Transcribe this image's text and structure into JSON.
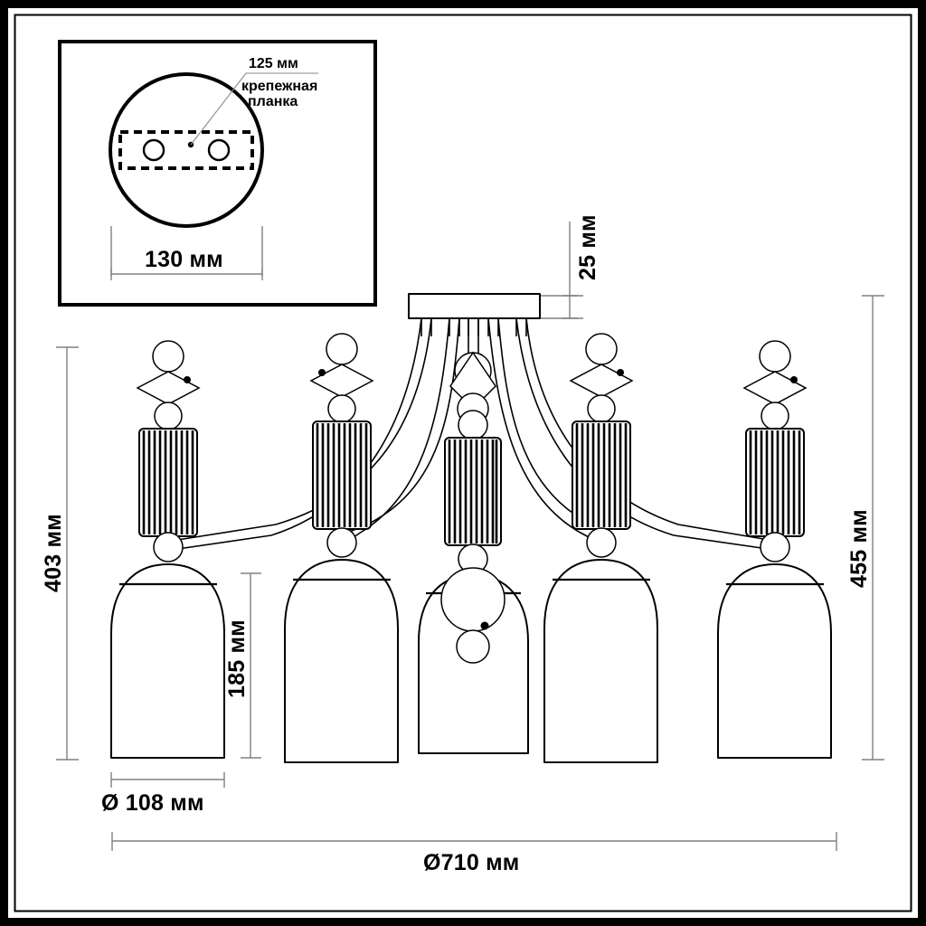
{
  "drawing": {
    "title": "Ceiling chandelier dimensional drawing",
    "units": "мм",
    "line_color": "#000000",
    "dim_color": "#808080"
  },
  "inset": {
    "name": "mounting-plate-detail",
    "callout_dimension": "125 мм",
    "callout_label_line1": "крепежная",
    "callout_label_line2": "планка",
    "base_dimension": "130 мм",
    "holes": 2
  },
  "dimensions": {
    "canopy_height": "25 мм",
    "total_height_left": "403 мм",
    "shade_height": "185 мм",
    "total_height_right": "455 мм",
    "shade_diameter": "Ø 108 мм",
    "fixture_diameter": "Ø710 мм"
  },
  "fixture": {
    "lamp_count": 5,
    "arm_count": 5,
    "canopy_label": "ceiling-canopy-plate",
    "shade_shape": "dome-cylinder",
    "finial_shape": "sphere-diamond-sphere",
    "body_shape": "ribbed-cylinder"
  },
  "chart_data": {
    "type": "table",
    "title": "Chandelier dimensions",
    "categories": [
      "25 мм",
      "403 мм",
      "185 мм",
      "455 мм",
      "Ø 108 мм",
      "Ø710 мм",
      "125 мм",
      "130 мм"
    ],
    "values": [
      25,
      403,
      185,
      455,
      108,
      710,
      125,
      130
    ]
  }
}
